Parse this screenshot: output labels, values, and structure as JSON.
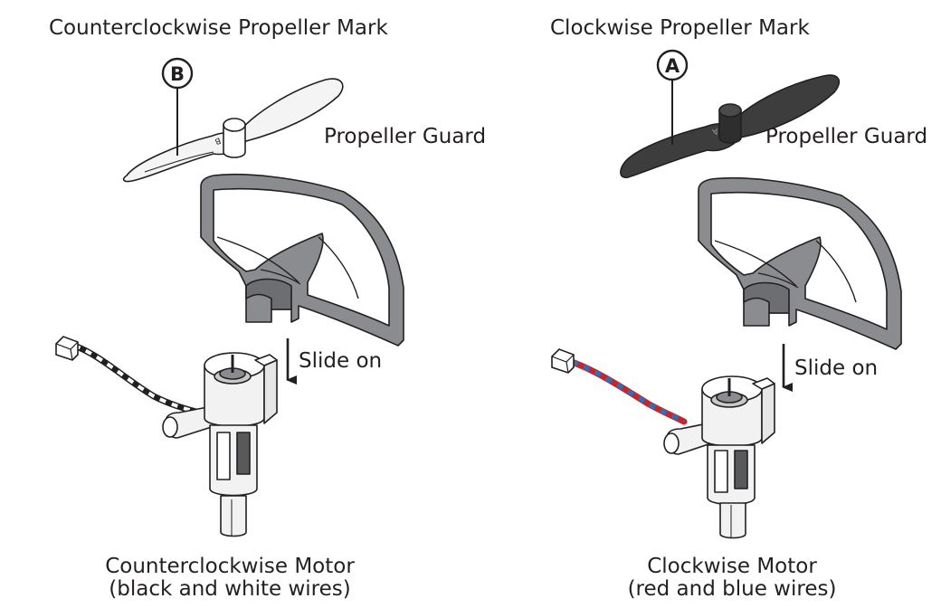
{
  "left": {
    "title": "Counterclockwise Propeller Mark",
    "badge": "B",
    "blade_mark": "B",
    "guard_label": "Propeller Guard",
    "slide_label": "Slide on",
    "motor_label_line1": "Counterclockwise Motor",
    "motor_label_line2": "(black and white wires)",
    "propeller_color": "#f4f4f4",
    "wire_colors": [
      "#231f20",
      "#ffffff"
    ]
  },
  "right": {
    "title": "Clockwise Propeller Mark",
    "badge": "A",
    "blade_mark": "A",
    "guard_label": "Propeller Guard",
    "slide_label": "Slide on",
    "motor_label_line1": "Clockwise Motor",
    "motor_label_line2": "(red and blue wires)",
    "propeller_color": "#3d3d3d",
    "wire_colors": [
      "#c1272d",
      "#2e6fb7"
    ]
  },
  "colors": {
    "guard": "#8a8c8f",
    "guard_dark": "#58595b",
    "motor": "#f2f2f2",
    "outline": "#231f20"
  }
}
